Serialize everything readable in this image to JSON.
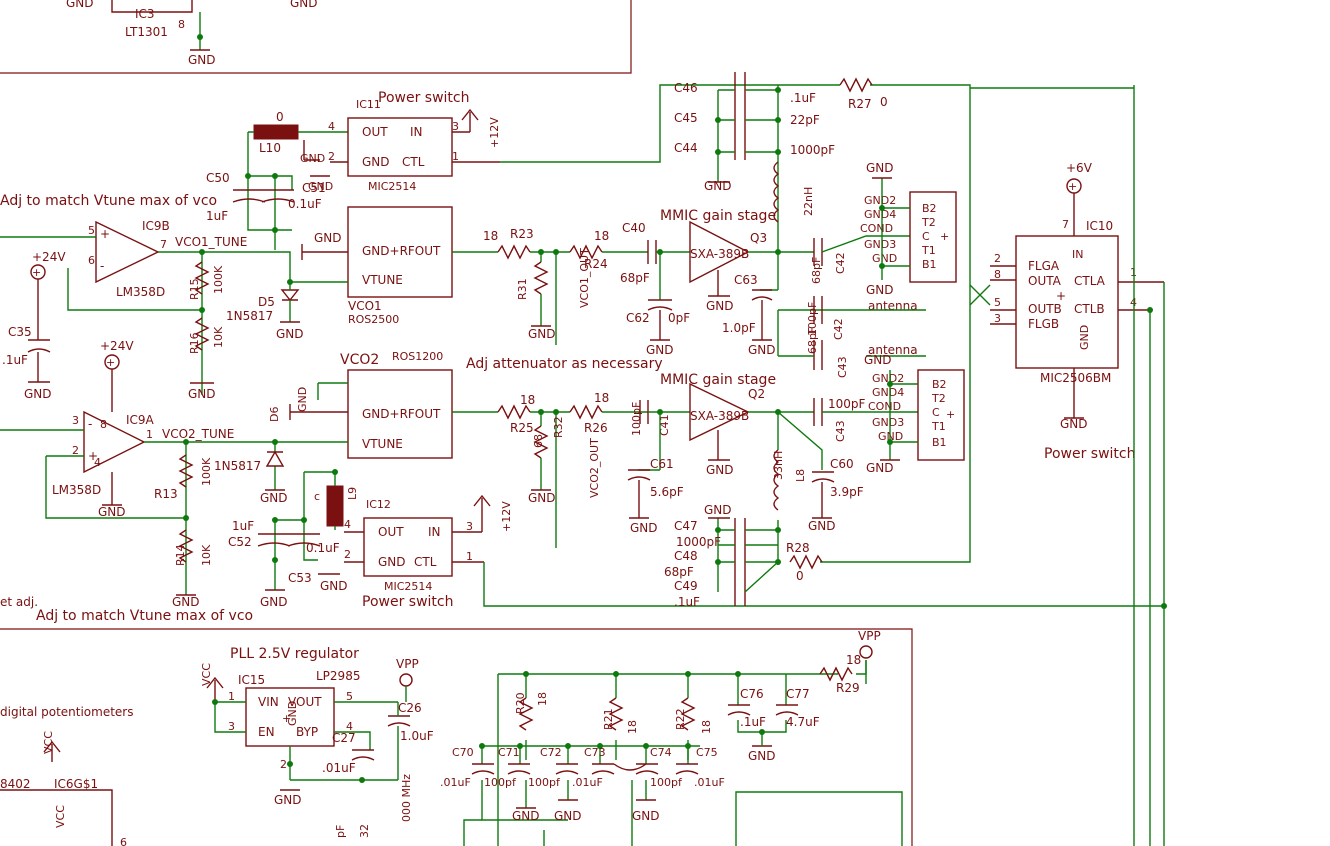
{
  "labels": {
    "power_switch_1": "Power switch",
    "power_switch_2": "Power switch",
    "power_switch_3": "Power switch",
    "adj_vtune_1": "Adj to match Vtune max of vco",
    "adj_vtune_2": "Adj to match Vtune max of vco",
    "adj_attenuator": "Adj attenuator as necessary",
    "mmic_1": "MMIC gain stage",
    "mmic_2": "MMIC gain stage",
    "pll_reg": "PLL 2.5V regulator",
    "digital_pots": "digital potentiometers",
    "offset_adj": "et adj.",
    "antenna_1": "antenna",
    "antenna_2": "antenna",
    "vco1_tune": "VCO1_TUNE",
    "vco2_tune": "VCO2_TUNE",
    "vco1_out": "VCO1_OUT",
    "vco2_out": "VCO2_OUT",
    "vco1": "VCO1",
    "vco2": "VCO2",
    "ros2500": "ROS2500",
    "ros1200": "ROS1200",
    "mic2514_a": "MIC2514",
    "mic2514_b": "MIC2514",
    "mic2506": "MIC2506BM",
    "lp2985": "LP2985",
    "lt1301": "LT1301",
    "ic3": "IC3",
    "sxa_a": "SXA-389B",
    "sxa_b": "SXA-389B",
    "ic6": "IC6G$1",
    "ic6_prefix": "8402",
    "bottom_freq": "000 MHz",
    "bottom_pf": "pF",
    "bottom_32": "32"
  },
  "refdes": {
    "ic9b": "IC9B",
    "ic9a": "IC9A",
    "ic11": "IC11",
    "ic12": "IC12",
    "ic10": "IC10",
    "ic15": "IC15",
    "lm358d_1": "LM358D",
    "lm358d_2": "LM358D",
    "q3": "Q3",
    "q2": "Q2",
    "d5": "D5",
    "d6": "D6",
    "n5817_a": "1N5817",
    "n5817_b": "1N5817",
    "l10": "L10",
    "l9": "L9",
    "l8": "L8",
    "r15": "R15",
    "r16": "R16",
    "r13": "R13",
    "r14": "R14",
    "r23": "R23",
    "r24": "R24",
    "r31": "R31",
    "r25": "R25",
    "r26": "R26",
    "r32": "R32",
    "r27": "R27",
    "r28": "R28",
    "r29": "R29",
    "r20": "R20",
    "r21": "R21",
    "r22": "R22",
    "c50": "C50",
    "c51": "C51",
    "c35": "C35",
    "c52": "C52",
    "c53": "C53",
    "c40": "C40",
    "c41": "C41",
    "c42": "C42",
    "c43": "C43",
    "c44": "C44",
    "c45": "C45",
    "c46": "C46",
    "c47": "C47",
    "c48": "C48",
    "c49": "C49",
    "c60": "C60",
    "c61": "C61",
    "c62": "C62",
    "c63": "C63",
    "c26": "C26",
    "c27": "C27",
    "c70": "C70",
    "c71": "C71",
    "c72": "C72",
    "c73": "C73",
    "c74": "C74",
    "c75": "C75",
    "c76": "C76",
    "c77": "C77"
  },
  "values": {
    "r_100k": "100K",
    "r_10k": "10K",
    "r_18": "18",
    "r_68": "68",
    "r_0": "0",
    "c_1uf": "1uF",
    "c_01uf": "0.1uF",
    "c_dot1uf": ".1uF",
    "c_68pf": "68pF",
    "c_22pf": "22pF",
    "c_1000pf": "1000pF",
    "c_100pf": "100pF",
    "c_56pf": "5.6pF",
    "c_39pf": "3.9pF",
    "c_10pf": "1.0pF",
    "c_0pf": "0pF",
    "c_dot01uf": ".01uF",
    "c_47uf": "4.7uF",
    "c_10uf": "1.0uF",
    "c_100pf_b": "100pf",
    "l_22nh": "22nH",
    "l_33nh": "33nH"
  },
  "power": {
    "gnd": "GND",
    "vcc": "VCC",
    "vpp": "VPP",
    "v12": "+12V",
    "v24": "+24V",
    "v6": "+6V"
  },
  "pins": {
    "out": "OUT",
    "in": "IN",
    "ctl": "CTL",
    "gnd": "GND",
    "vtune": "VTUNE",
    "rfout": "GND+RFOUT",
    "flga": "FLGA",
    "outa": "OUTA",
    "ctla": "CTLA",
    "outb": "OUTB",
    "flgb": "FLGB",
    "ctlb": "CTLB",
    "vin": "VIN",
    "vout": "VOUT",
    "en": "EN",
    "byp": "BYP",
    "b2": "B2",
    "t2": "T2",
    "c": "C",
    "t1": "T1",
    "b1": "B1",
    "gnd2": "GND2",
    "gnd4": "GND4",
    "cond": "COND",
    "gnd3": "GND3"
  },
  "colors": {
    "parts": "#7a1010",
    "wires": "#0e7a0e",
    "background": "#ffffff"
  }
}
